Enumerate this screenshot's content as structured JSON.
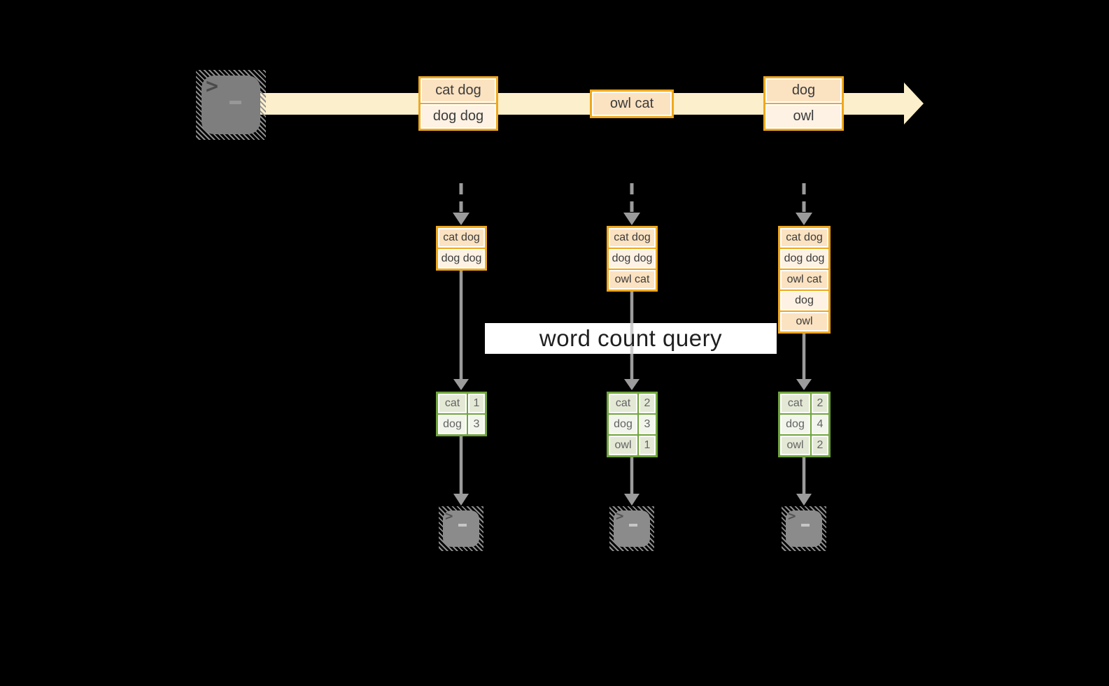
{
  "colors": {
    "stream": "#FCEFCB",
    "amber": "#EFA81C",
    "peach": "#FBE2C1",
    "cream": "#FDF2E3",
    "green": "#6FA43C",
    "sage": "#E4E9D6",
    "sage_light": "#F2F5EB",
    "arrow": "#9B9B9B",
    "arrow_light": "#CFCFCF",
    "band_bg": "#FFFFFF"
  },
  "query_band": {
    "label": "word count query"
  },
  "terminal": {
    "prompt": ">"
  },
  "stream": {
    "events": [
      {
        "lines": [
          "cat dog",
          "dog dog"
        ]
      },
      {
        "lines": [
          "owl cat"
        ]
      },
      {
        "lines": [
          "dog",
          "owl"
        ]
      }
    ]
  },
  "columns": [
    {
      "state_rows": [
        "cat dog",
        "dog dog"
      ],
      "counts": [
        {
          "word": "cat",
          "count": "1"
        },
        {
          "word": "dog",
          "count": "3"
        }
      ]
    },
    {
      "state_rows": [
        "cat dog",
        "dog dog",
        "owl cat"
      ],
      "counts": [
        {
          "word": "cat",
          "count": "2"
        },
        {
          "word": "dog",
          "count": "3"
        },
        {
          "word": "owl",
          "count": "1"
        }
      ]
    },
    {
      "state_rows": [
        "cat dog",
        "dog dog",
        "owl cat",
        "dog",
        "owl"
      ],
      "counts": [
        {
          "word": "cat",
          "count": "2"
        },
        {
          "word": "dog",
          "count": "4"
        },
        {
          "word": "owl",
          "count": "2"
        }
      ]
    }
  ]
}
